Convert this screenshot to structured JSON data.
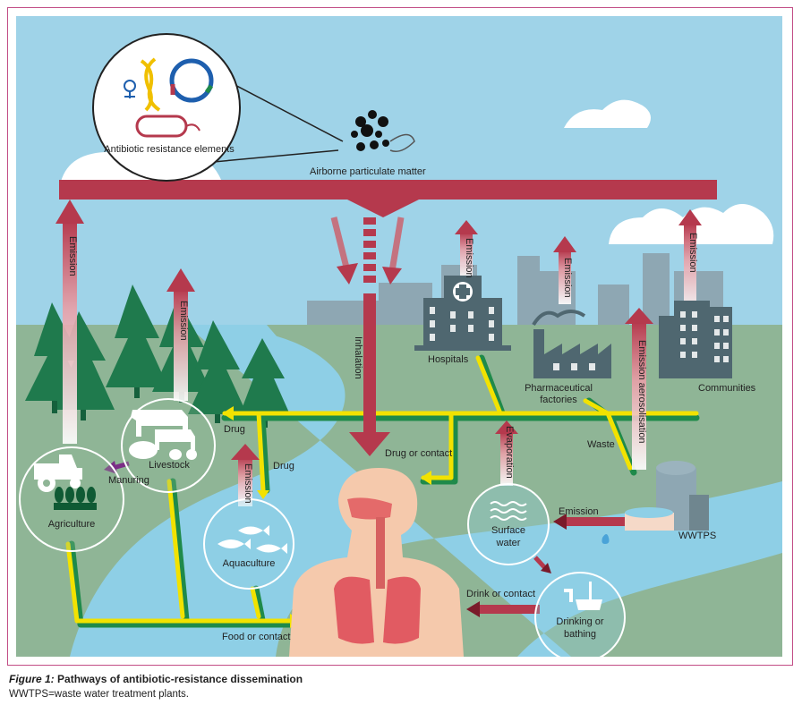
{
  "diagram": {
    "labels": {
      "antibiotic_resistance_elements": "Antibiotic resistance elements",
      "airborne_particulate_matter": "Airborne particulate matter",
      "inhalation": "Inhalation",
      "emission": "Emission",
      "emission_aerosolisation": "Emission aerosolisation",
      "evaporation": "Evaporation",
      "hospitals": "Hospitals",
      "pharmaceutical_factories": "Pharmaceutical factories",
      "communities": "Communities",
      "wwtps": "WWTPS",
      "waste": "Waste",
      "drug": "Drug",
      "drug_or_contact": "Drug or contact",
      "manuring": "Manuring",
      "livestock": "Livestock",
      "agriculture": "Agriculture",
      "aquaculture": "Aquaculture",
      "surface_water": "Surface water",
      "drinking_or_bathing": "Drinking or bathing",
      "drink_or_contact": "Drink or contact",
      "food_or_contact": "Food or contact"
    },
    "colors": {
      "sky": "#9fd3e8",
      "grass": "#8fb596",
      "river": "#8ecfe6",
      "arrow_red": "#b5394d",
      "path_yellow": "#f2e200",
      "path_green": "#1f8a4a",
      "tree": "#1f7a4d",
      "building": "#4f6770",
      "body": "#f5c9ac"
    }
  },
  "caption": {
    "figure_label": "Figure 1:",
    "title": "Pathways of antibiotic-resistance dissemination",
    "note": "WWTPS=waste water treatment plants."
  }
}
